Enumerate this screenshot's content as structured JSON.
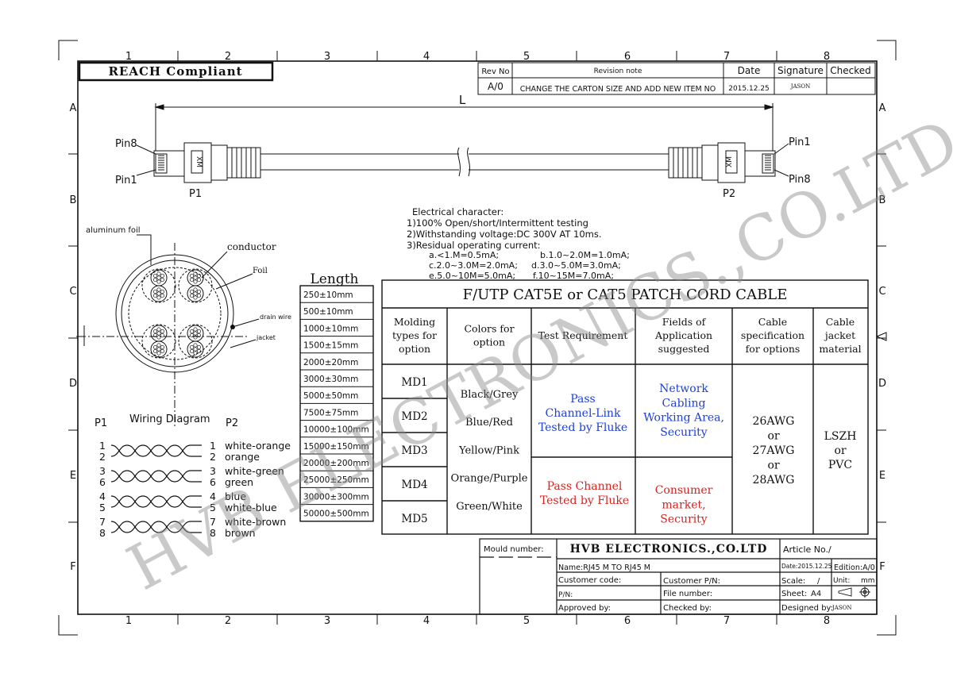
{
  "reach_label": "REACH Compliant",
  "grid": {
    "cols": [
      "1",
      "2",
      "3",
      "4",
      "5",
      "6",
      "7",
      "8"
    ],
    "rows": [
      "A",
      "B",
      "C",
      "D",
      "E",
      "F"
    ]
  },
  "revision": {
    "headers": [
      "Rev No",
      "Revision note",
      "Date",
      "Signature",
      "Checked"
    ],
    "row": [
      "A/0",
      "CHANGE THE CARTON SIZE AND ADD NEW ITEM NO",
      "2015.12.25",
      "JASON",
      ""
    ]
  },
  "cable": {
    "length_label": "L",
    "left": {
      "pin_top": "Pin8",
      "pin_bottom": "Pin1",
      "name": "P1",
      "mark": "XM"
    },
    "right": {
      "pin_top": "Pin1",
      "pin_bottom": "Pin8",
      "name": "P2",
      "mark": "XM"
    }
  },
  "electrical": {
    "title": "Electrical character:",
    "lines": [
      "1)100% Open/short/Intermittent testing",
      "2)Withstanding voltage:DC 300V AT 10ms.",
      "3)Residual operating current:"
    ],
    "currents": [
      [
        "a.<1.M=0.5mA;",
        "b.1.0~2.0M=1.0mA;"
      ],
      [
        "c.2.0~3.0M=2.0mA;",
        "d.3.0~5.0M=3.0mA;"
      ],
      [
        "e.5.0~10M=5.0mA;",
        "f.10~15M=7.0mA;"
      ]
    ]
  },
  "cross_section": {
    "aluminum_foil": "aluminum foil",
    "conductor": "conductor",
    "foil": "Foil",
    "drain_wire": "drain wire",
    "jacket": "jacket"
  },
  "length_table": {
    "title": "Length",
    "values": [
      "250±10mm",
      "500±10mm",
      "1000±10mm",
      "1500±15mm",
      "2000±20mm",
      "3000±30mm",
      "5000±50mm",
      "7500±75mm",
      "10000±100mm",
      "15000±150mm",
      "20000±200mm",
      "25000±250mm",
      "30000±300mm",
      "50000±500mm"
    ]
  },
  "spec_table": {
    "title": "F/UTP CAT5E or CAT5 PATCH CORD CABLE",
    "headers": [
      [
        "Molding",
        "types for",
        "option"
      ],
      [
        "Colors for",
        "option"
      ],
      [
        "Test Requirement"
      ],
      [
        "Fields of",
        "Application",
        "suggested"
      ],
      [
        "Cable",
        "specification",
        "for options"
      ],
      [
        "Cable",
        "jacket",
        "material"
      ]
    ],
    "molding": [
      "MD1",
      "MD2",
      "MD3",
      "MD4",
      "MD5"
    ],
    "colors": [
      "Black/Grey",
      "Blue/Red",
      "Yellow/Pink",
      "Orange/Purple",
      "Green/White"
    ],
    "test_top": [
      "Pass",
      "Channel-Link",
      "Tested by Fluke"
    ],
    "test_bottom": [
      "Pass Channel",
      "Tested by Fluke"
    ],
    "fields_top": [
      "Network",
      "Cabling",
      "Working Area,",
      "Security"
    ],
    "fields_bottom": [
      "Consumer",
      "market,",
      "Security"
    ],
    "cable_spec": [
      "26AWG",
      "or",
      "27AWG",
      "or",
      "28AWG"
    ],
    "jacket": [
      "LSZH",
      "or",
      "PVC"
    ],
    "colors_css": {
      "blue": "#1f3fd6",
      "red": "#d8231f"
    }
  },
  "wiring": {
    "title": "Wiring Diagram",
    "p1": "P1",
    "p2": "P2",
    "left_pins": [
      "1",
      "2",
      "3",
      "6",
      "4",
      "5",
      "7",
      "8"
    ],
    "right_pins": [
      "1",
      "2",
      "3",
      "6",
      "4",
      "5",
      "7",
      "8"
    ],
    "colors": [
      "white-orange",
      "orange",
      "white-green",
      "green",
      "blue",
      "white-blue",
      "white-brown",
      "brown"
    ]
  },
  "title_block": {
    "mould_number": "Mould number:",
    "company": "HVB ELECTRONICS.,CO.LTD",
    "article_no": "Article No./",
    "name": "Name:RJ45 M TO RJ45 M",
    "date": "Date:2015.12.25",
    "edition": "Edition:A/0",
    "customer_code": "Customer code:",
    "customer_pn": "Customer P/N:",
    "scale": "Scale:",
    "scale_value": "/",
    "unit": "Unit:",
    "unit_value": "mm",
    "pn": "P/N:",
    "file_number": "File number:",
    "sheet": "Sheet:",
    "sheet_value": "A4",
    "approved_by": "Approved by:",
    "checked_by": "Checked by:",
    "designed_by": "Designed by:",
    "designer": "JASON"
  },
  "watermark": "HVB ELECTRONICS.,CO.LTD"
}
